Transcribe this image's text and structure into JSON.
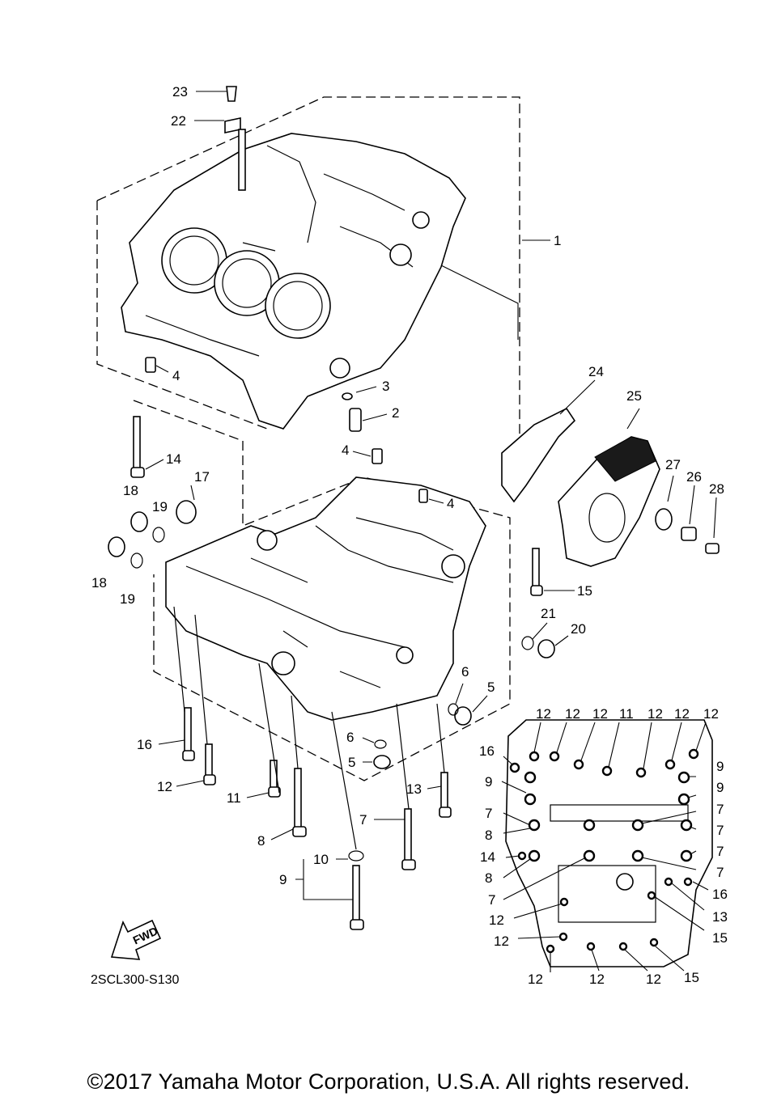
{
  "diagram": {
    "code": "2SCL300-S130",
    "copyright": "©2017 Yamaha Motor Corporation, U.S.A. All rights reserved.",
    "fwd_label": "FWD",
    "callouts": {
      "c1": "1",
      "c2": "2",
      "c3": "3",
      "c4a": "4",
      "c4b": "4",
      "c4c": "4",
      "c5a": "5",
      "c5b": "5",
      "c6a": "6",
      "c6b": "6",
      "c7": "7",
      "c8": "8",
      "c9": "9",
      "c10": "10",
      "c11": "11",
      "c12": "12",
      "c13": "13",
      "c14": "14",
      "c15": "15",
      "c16": "16",
      "c17": "17",
      "c18a": "18",
      "c18b": "18",
      "c19a": "19",
      "c19b": "19",
      "c20": "20",
      "c21": "21",
      "c22": "22",
      "c23": "23",
      "c24": "24",
      "c25": "25",
      "c26": "26",
      "c27": "27",
      "c28": "28"
    },
    "inset_callouts": {
      "top": [
        "12",
        "12",
        "12",
        "11",
        "12",
        "12",
        "12"
      ],
      "left": [
        "16",
        "9",
        "7",
        "8",
        "14",
        "8",
        "7",
        "12",
        "12"
      ],
      "right": [
        "9",
        "9",
        "7",
        "7",
        "7",
        "7",
        "16",
        "13",
        "15"
      ],
      "bottom": [
        "12",
        "12",
        "12",
        "15"
      ]
    }
  }
}
